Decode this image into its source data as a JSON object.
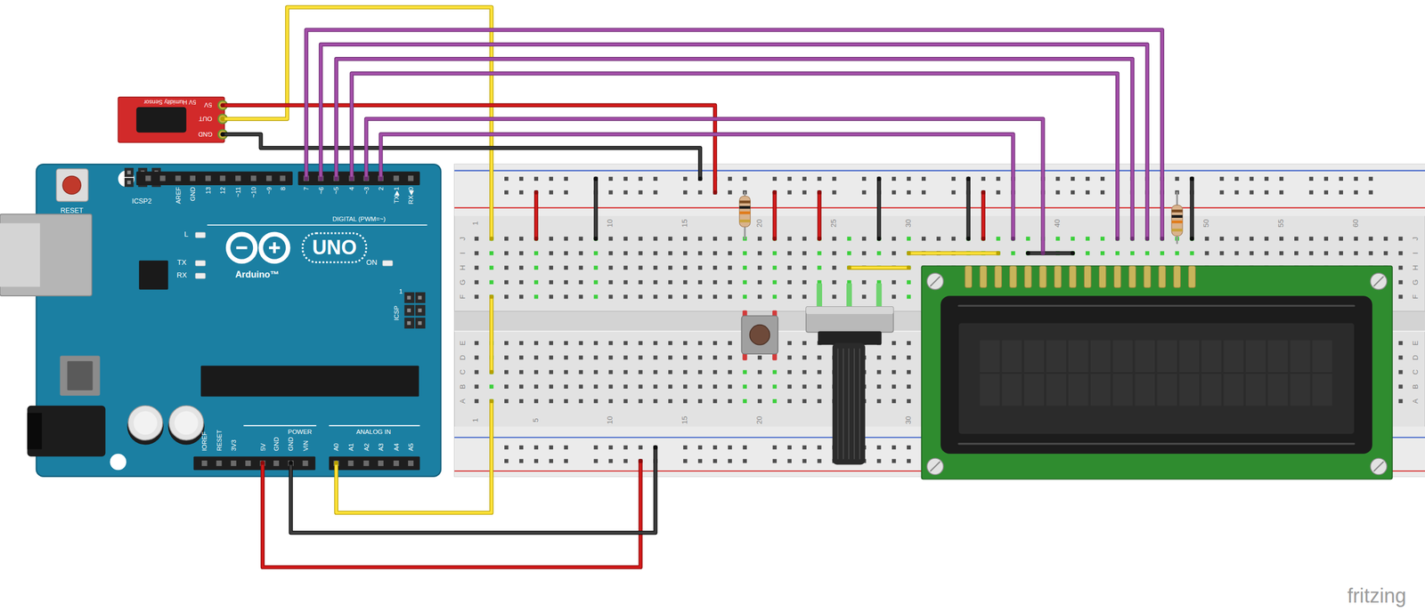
{
  "diagram": {
    "nodes": [
      {
        "text": [
          "5V Humidity Sensor",
          "5V",
          "OUT",
          "GND"
        ]
      },
      {
        "text": [
          "RESET",
          "ICSP2",
          "AREF",
          "GND",
          "13",
          "12",
          "~11",
          "~10",
          "~9",
          "8",
          "7",
          "~6",
          "~5",
          "4",
          "~3",
          "2",
          "TX▶1",
          "RX◀0",
          "DIGITAL (PWM=~)",
          "L",
          "TX",
          "RX",
          "UNO",
          "Arduino™",
          "ON",
          "1",
          "ICSP",
          "IOREF",
          "RESET",
          "3V3",
          "5V",
          "GND",
          "GND",
          "VIN",
          "POWER",
          "ANALOG IN",
          "A0",
          "A1",
          "A2",
          "A3",
          "A4",
          "A5"
        ]
      }
    ],
    "labels": [
      "1",
      "10",
      "15",
      "20",
      "25",
      "30",
      "40",
      "50",
      "55",
      "60",
      "J",
      "I",
      "H",
      "G",
      "F",
      "E",
      "D",
      "C",
      "B",
      "A",
      "J",
      "I",
      "H",
      "G",
      "F",
      "E",
      "D",
      "C",
      "B",
      "A",
      "1",
      "5",
      "10",
      "15",
      "20",
      "30",
      "fritzing"
    ]
  }
}
